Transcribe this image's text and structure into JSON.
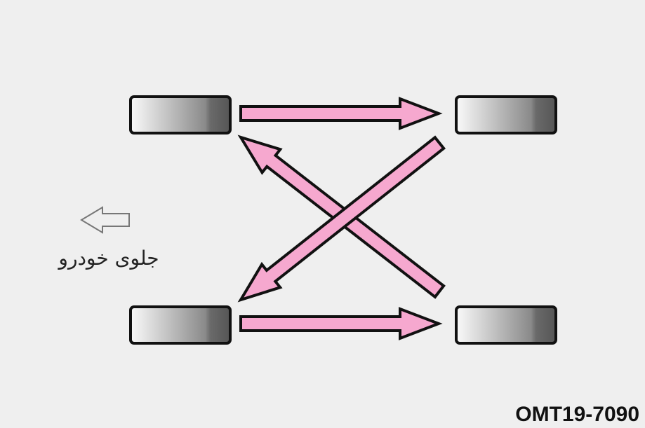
{
  "front_label": "جلوی خودرو",
  "figure_code": "OMT19-7090",
  "colors": {
    "arrow_fill": "#f6a8cf",
    "background": "#efefef",
    "tire_dark": "#5e5e5e",
    "tire_light": "#fafafa"
  },
  "tires": [
    "front-left",
    "front-right",
    "rear-left",
    "rear-right"
  ],
  "arrows": [
    {
      "from": "front-left",
      "to": "front-right"
    },
    {
      "from": "rear-left",
      "to": "rear-right"
    },
    {
      "from": "rear-right",
      "to": "front-left"
    },
    {
      "from": "front-right",
      "to": "rear-left"
    }
  ]
}
